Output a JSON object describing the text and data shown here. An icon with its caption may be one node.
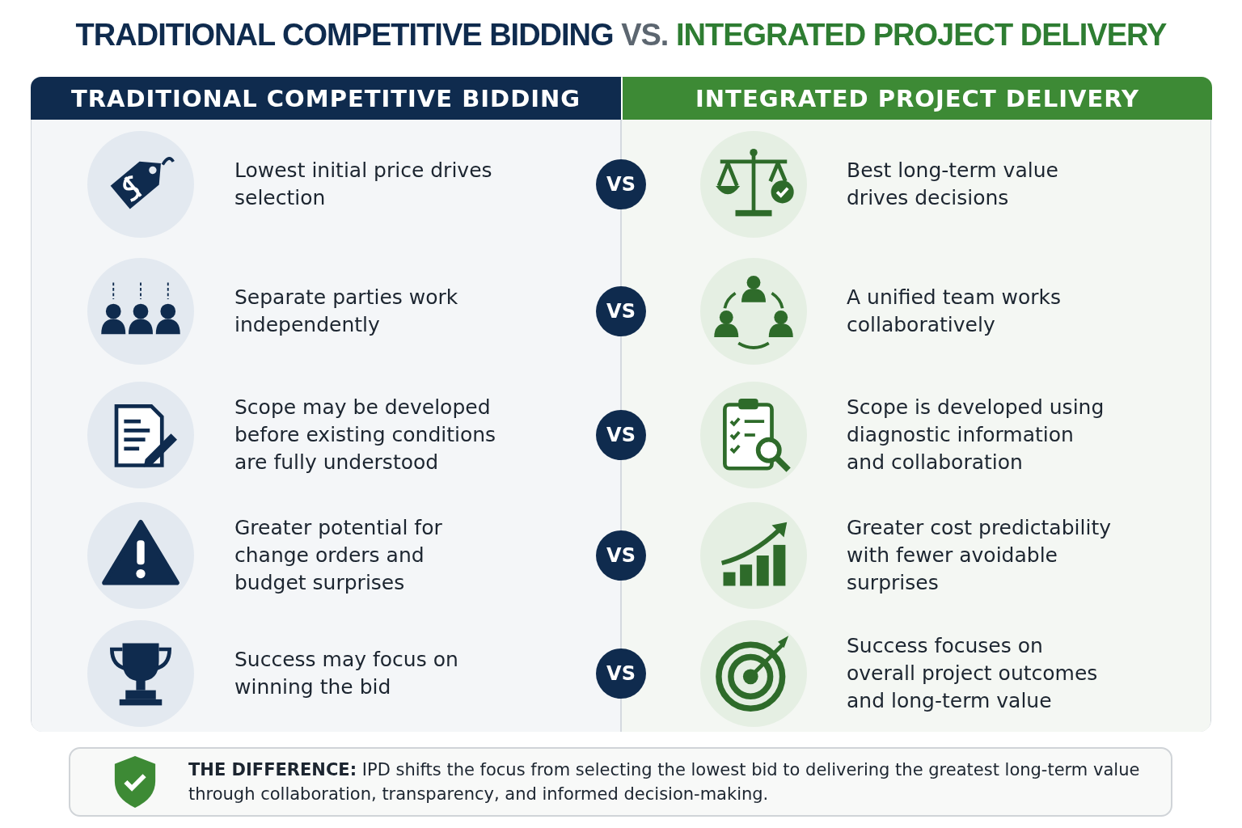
{
  "diagram": {
    "title": "TRADITIONAL COMPETITIVE BIDDING VS. INTEGRATED PROJECT DELIVERY",
    "labels": [
      "TRADITIONAL COMPETITIVE BIDDING",
      "INTEGRATED PROJECT DELIVERY",
      "Lowest initial price drives selection",
      "VS",
      "Best long-term value drives decisions",
      "Separate parties work independently",
      "VS",
      "A unified team works collaboratively",
      "Scope may be developed before existing conditions are fully understood",
      "VS",
      "Scope is developed using diagnostic information and collaboration",
      "Greater potential for change orders and budget surprises",
      "VS",
      "Greater cost predictability with fewer avoidable surprises",
      "Success may focus on winning the bid",
      "VS",
      "Success focuses on overall project outcomes and long-term value",
      "**THE DIFFERENCE:** IPD shifts the focus from selecting the lowest bid to delivering the greatest long-term value through collaboration, transparency, and informed decision-making."
    ]
  }
}
